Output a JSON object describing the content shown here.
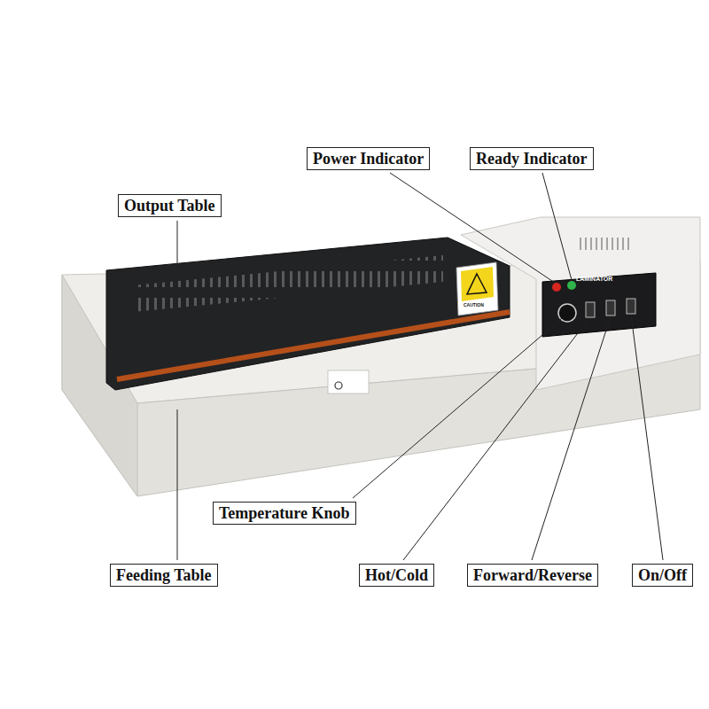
{
  "diagram": {
    "nodes": [
      {
        "text": [
          "Power Indicator"
        ]
      },
      {
        "text": [
          "Ready Indicator"
        ]
      },
      {
        "text": [
          "Output Table"
        ]
      },
      {
        "text": [
          "Temperature Knob"
        ]
      },
      {
        "text": [
          "Feeding Table"
        ]
      },
      {
        "text": [
          "Hot/Cold"
        ]
      },
      {
        "text": [
          "Forward/Reverse"
        ]
      },
      {
        "text": [
          "On/Off"
        ]
      }
    ],
    "labels": [
      "LAMINATOR",
      "CAUTION"
    ]
  }
}
